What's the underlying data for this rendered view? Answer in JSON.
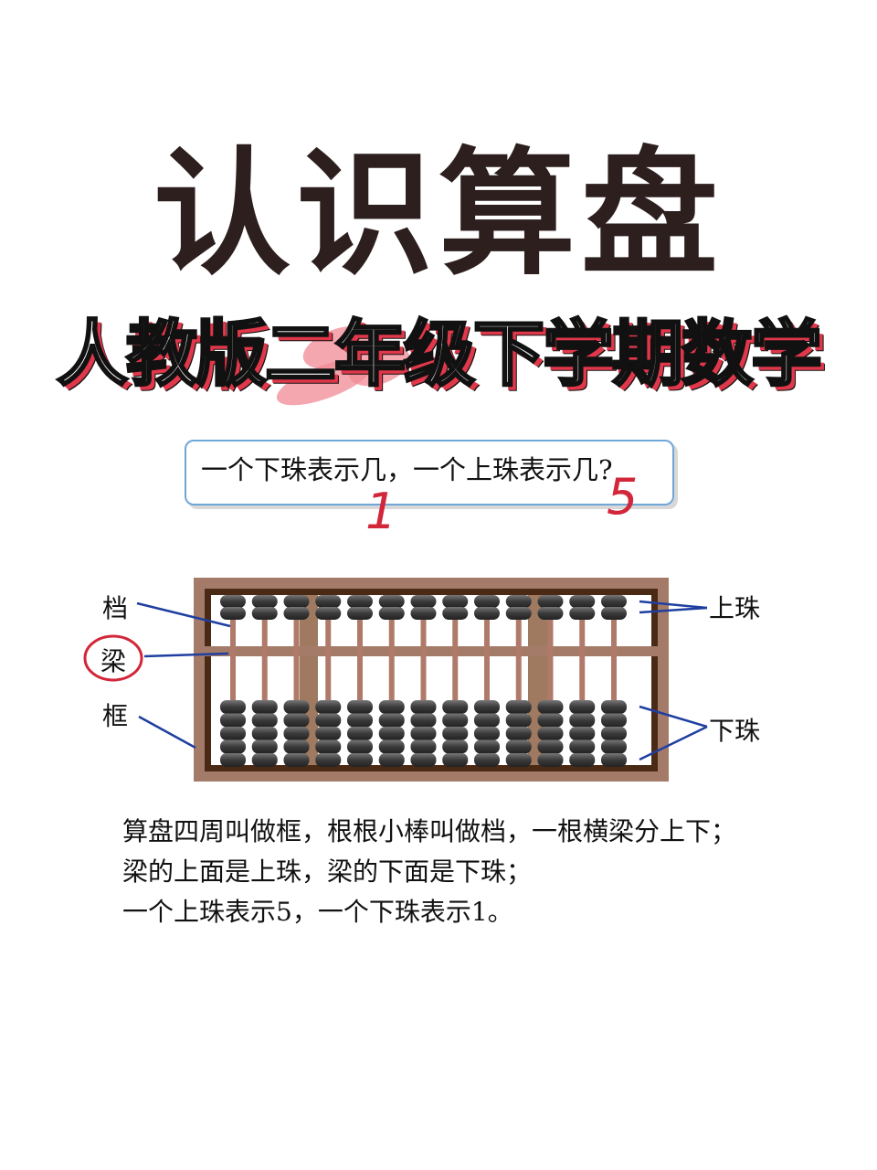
{
  "title": "认识算盘",
  "subtitle": "人教版二年级下学期数学",
  "question": {
    "text": "一个下珠表示几，一个上珠表示几?",
    "answer_lower": "1",
    "answer_upper": "5"
  },
  "abacus": {
    "rods": 13,
    "upper_beads_per_rod": 2,
    "lower_beads_per_rod": 5,
    "labels": {
      "rod": "档",
      "beam": "梁",
      "frame": "框",
      "upper_bead": "上珠",
      "lower_bead": "下珠"
    },
    "colors": {
      "frame": "#a47b68",
      "frame_dark": "#4a2a14",
      "bead": "#3a3a3a",
      "rod": "#b07a6a",
      "pointer": "#1f3fa0",
      "annotation": "#d3263a"
    }
  },
  "explanation": [
    "算盘四周叫做框，根根小棒叫做档，一根横梁分上下；",
    "梁的上面是上珠，梁的下面是下珠；",
    "一个上珠表示5，一个下珠表示1。"
  ]
}
